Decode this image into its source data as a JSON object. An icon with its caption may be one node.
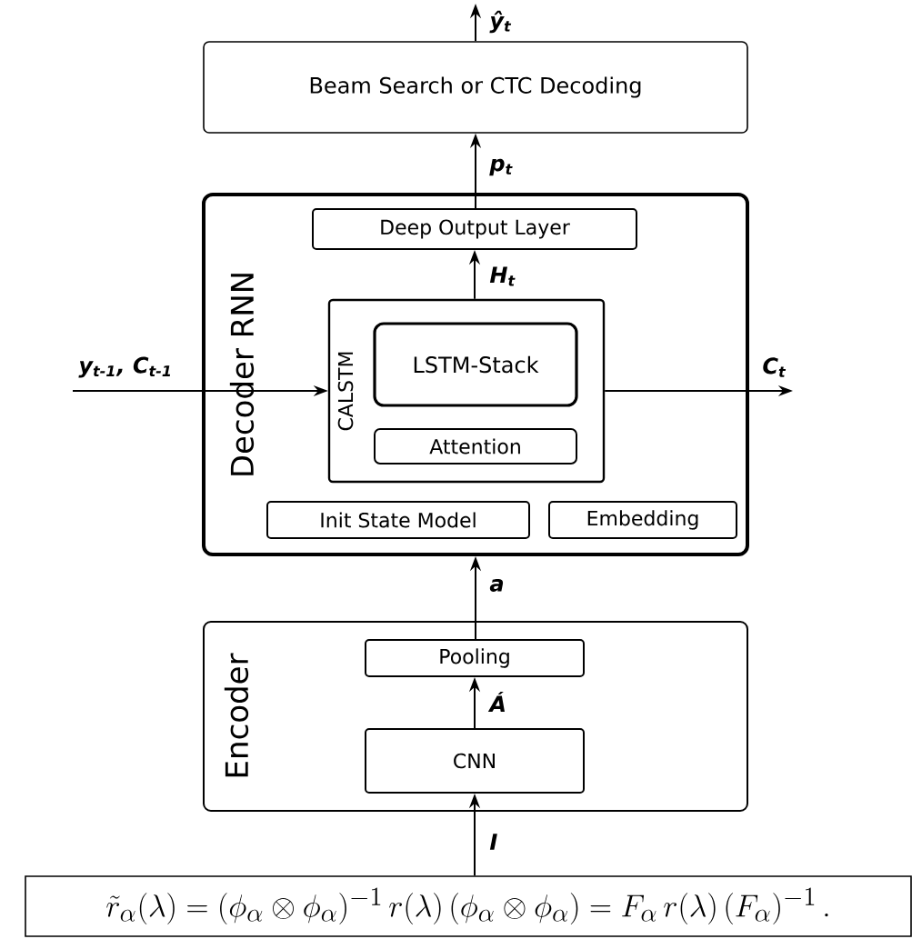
{
  "diagram": {
    "nodes": [
      {
        "text": [
          "Beam Search or CTC Decoding"
        ]
      },
      {
        "text": [
          "Decoder RNN"
        ]
      },
      {
        "text": [
          "Deep Output Layer"
        ],
        "in": 1
      },
      {
        "text": [
          "CALSTM"
        ],
        "in": 1
      },
      {
        "text": [
          "LSTM-Stack"
        ],
        "in": 3
      },
      {
        "text": [
          "Attention"
        ],
        "in": 3
      },
      {
        "text": [
          "Init State Model"
        ],
        "in": 1
      },
      {
        "text": [
          "Embedding"
        ],
        "in": 1
      },
      {
        "text": [
          "Encoder"
        ]
      },
      {
        "text": [
          "Pooling"
        ],
        "in": 8
      },
      {
        "text": [
          "CNN"
        ],
        "in": 8
      },
      {
        "text": [
          "\\tilde{r}_\\alpha(\\lambda) = (\\phi_\\alpha \\otimes \\phi_\\alpha)^{-1}\\, r(\\lambda)\\,(\\phi_\\alpha \\otimes \\phi_\\alpha) = F_\\alpha\\, r(\\lambda)\\,(F_\\alpha)^{-1}\\,."
        ]
      }
    ],
    "edges": [
      {
        "from": 0,
        "to": null,
        "arrow": "to",
        "label": "ŷ$_{t}$"
      },
      {
        "from": 2,
        "to": 0,
        "arrow": "to",
        "label": "p$_{t}$"
      },
      {
        "from": 3,
        "to": 2,
        "arrow": "to",
        "label": "H$_{t}$"
      },
      {
        "from": null,
        "to": 3,
        "arrow": "to",
        "label": "y$_{t-1}$, C$_{t-1}$"
      },
      {
        "from": 3,
        "to": null,
        "arrow": "to",
        "label": "C$_{t}$"
      },
      {
        "from": 9,
        "to": 1,
        "arrow": "to",
        "label": "a"
      },
      {
        "from": 10,
        "to": 9,
        "arrow": "to",
        "label": "Á"
      },
      {
        "from": 11,
        "to": 10,
        "arrow": "to",
        "label": "I"
      }
    ]
  }
}
